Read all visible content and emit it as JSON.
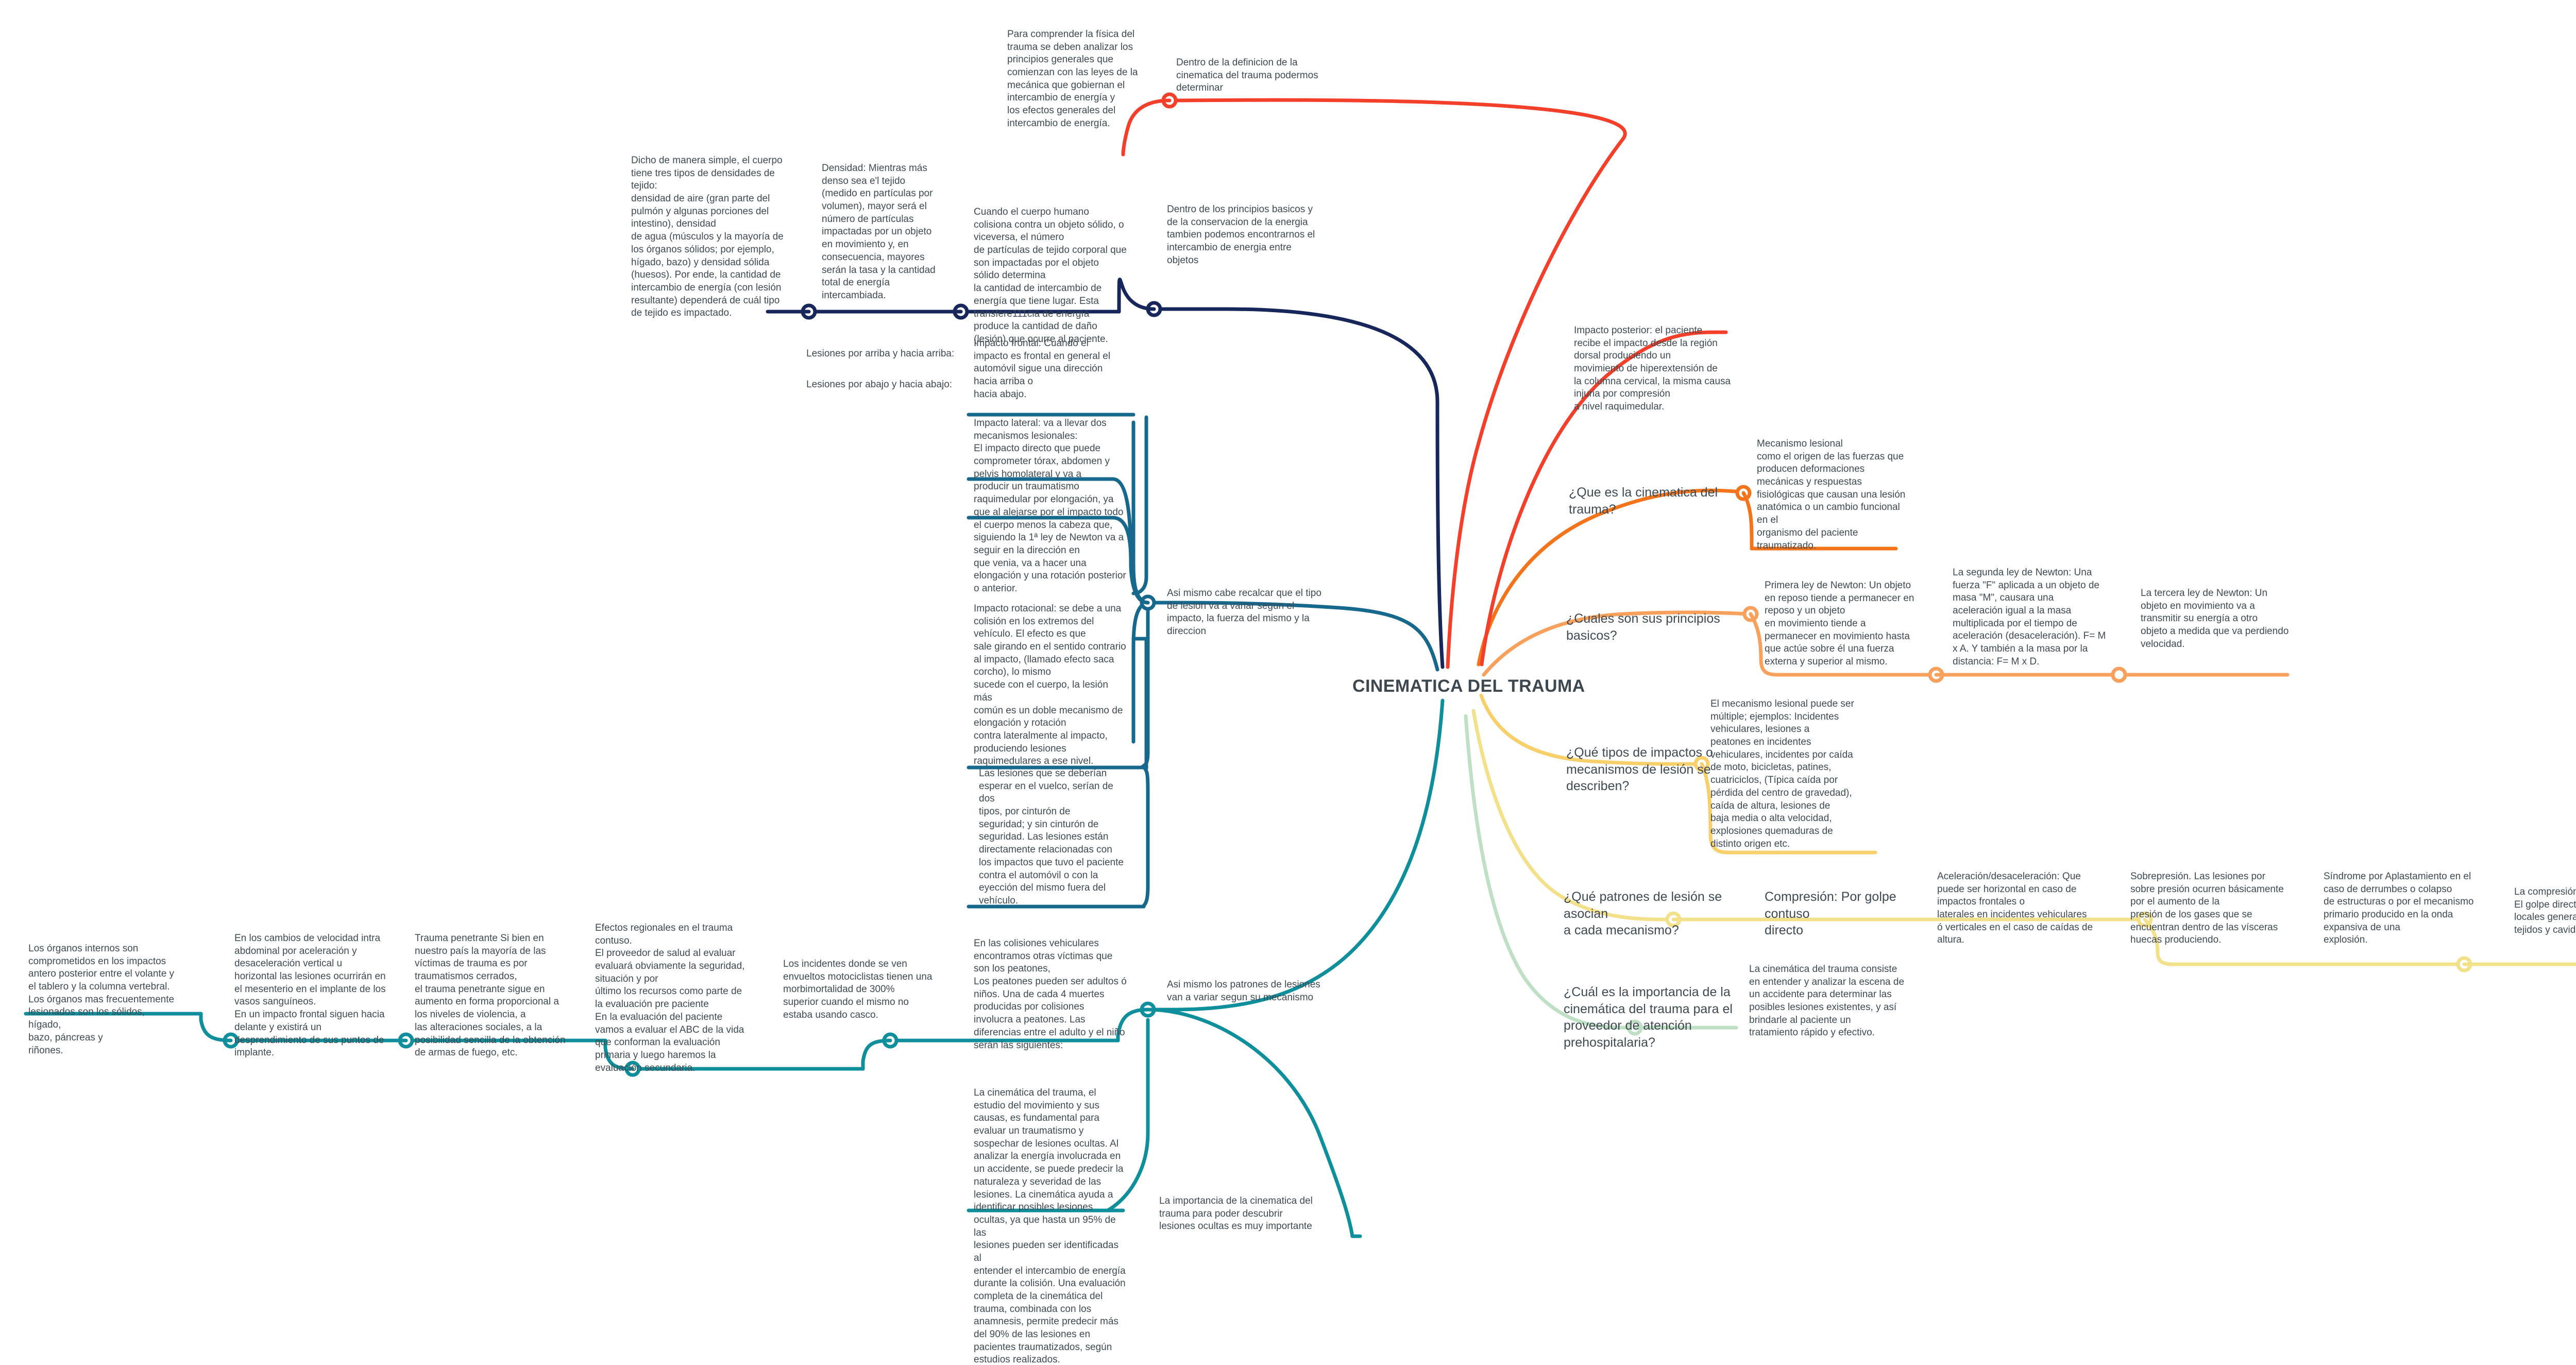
{
  "title": "CINEMATICA DEL TRAUMA",
  "colors": {
    "navy": "#17275b",
    "red": "#f4402b",
    "orange_dark": "#f4741c",
    "orange_light": "#f9a05c",
    "yellow": "#f7cf6b",
    "yellow_pale": "#f2e08a",
    "teal_dark": "#17688d",
    "teal": "#0f8f9b",
    "green_pale": "#bfe0c5",
    "text": "#3f4a52"
  },
  "central": {
    "label": "CINEMATICA DEL TRAUMA"
  },
  "branches": {
    "red": {
      "color": "#f4402b",
      "nodes": [
        {
          "name": "dentro-definicion",
          "text": "Dentro de la definicion de la\ncinematica del trauma podermos\ndeterminar"
        },
        {
          "name": "fisica-del-trauma",
          "text": "Para comprender la física del\ntrauma se deben analizar los\nprincipios generales que\ncomienzan con las leyes de la\nmecánica que gobiernan el\nintercambio de energía y\nlos efectos generales del\nintercambio de energía."
        }
      ]
    },
    "navy": {
      "color": "#17275b",
      "nodes": [
        {
          "name": "principios-basicos-conservacion",
          "text": "Dentro de los principios basicos y\nde la conservacion de la energia\ntambien podemos encontrarnos el\nintercambio de energia entre\nobjetos"
        },
        {
          "name": "cuerpo-humano-colisiona",
          "text": "Cuando el cuerpo humano\ncolisiona contra un objeto sólido, o\nviceversa, el número\nde partículas de tejido corporal que\nson impactadas por el objeto\nsólido determina\nla cantidad de intercambio de\nenergía que tiene lugar. Esta\ntransfere111cia de energía\nproduce la cantidad de daño\n(lesión) que ocurre al paciente."
        },
        {
          "name": "densidad",
          "text": "Densidad: Mientras más\ndenso sea e'l tejido\n(medido en partículas por\nvolumen), mayor será el\nnúmero de partículas\nimpactadas por un objeto\nen movimiento y, en\nconsecuencia, mayores\nserán la tasa y la cantidad\ntotal de energía\nintercambiada."
        },
        {
          "name": "tres-densidades-tejido",
          "text": "Dicho de manera simple, el cuerpo\ntiene tres tipos de densidades de\ntejido:\ndensidad de aire (gran parte del\npulmón y algunas porciones del\nintestino), densidad\nde agua (músculos y la mayoría de\nlos órganos sólidos; por ejemplo,\nhígado, bazo) y densidad sólida\n(huesos). Por ende, la cantidad de\nintercambio de energía (con lesión\nresultante) dependerá de cuál tipo\nde tejido es impactado."
        }
      ]
    },
    "teal_dark": {
      "color": "#17688d",
      "nodes": [
        {
          "name": "patrones-lesiones-mecanismo",
          "text": "Asi mismo cabe recalcar que el tipo\nde lesion va a variar segun el\nimpacto, la fuerza del mismo y la\ndireccion"
        },
        {
          "name": "impacto-frontal",
          "text": "Impacto frontal: Cuando el\nimpacto es frontal en general el\nautomóvil sigue una dirección\nhacia arriba o\nhacia abajo."
        },
        {
          "name": "lesiones-arriba",
          "text": "Lesiones por arriba y hacia arriba:"
        },
        {
          "name": "lesiones-abajo",
          "text": "Lesiones por abajo y hacia abajo:"
        },
        {
          "name": "impacto-lateral",
          "text": "Impacto lateral: va a llevar dos\nmecanismos lesionales:\nEl impacto directo que puede\ncomprometer tórax, abdomen y\npelvis homolateral y va a\nproducir un traumatismo\nraquimedular por elongación, ya\nque al alejarse por el impacto todo\nel cuerpo menos la cabeza que,\nsiguiendo la 1ª ley de Newton va a\nseguir en la dirección en\nque venia, va a hacer una\nelongación y una rotación posterior\no anterior."
        },
        {
          "name": "impacto-rotacional",
          "text": "Impacto rotacional: se debe a una\ncolisión en los extremos del\nvehículo. El efecto es que\nsale girando en el sentido contrario\nal impacto, (llamado efecto saca\ncorcho), lo mismo\nsucede con el cuerpo, la lesión más\ncomún es un doble mecanismo de\nelongación y rotación\ncontra lateralmente al impacto,\nproduciendo lesiones\nraquimedulares a ese nivel."
        },
        {
          "name": "lesiones-eyeccion",
          "text": "Las lesiones que se deberían\nesperar en el vuelco, serían de dos\ntipos, por cinturón de\nseguridad; y sin cinturón de\nseguridad. Las lesiones están\ndirectamente relacionadas con\nlos impactos que tuvo el paciente\ncontra el automóvil o con la\neyección del mismo fuera del\nvehículo."
        }
      ]
    },
    "teal": {
      "color": "#0f8f9b",
      "nodes": [
        {
          "name": "patrones-varian",
          "text": "Asi mismo los patrones de lesiones\nvan a variar segun su mecanismo"
        },
        {
          "name": "colisiones-vehiculares-peatones",
          "text": "En las colisiones vehiculares\nencontramos otras víctimas que\nson los peatones,\n Los peatones pueden ser adultos ó\nniños. Una de cada 4 muertes\nproducidas por colisiones\ninvolucra a peatones. Las\ndiferencias entre el adulto y el niño\nserán las siguientes:"
        },
        {
          "name": "motociclistas-casco",
          "text": "Los incidentes donde se ven\nenvueltos motociclistas tienen una\nmorbimortalidad de 300%\nsuperior cuando el mismo no\nestaba usando casco."
        },
        {
          "name": "efectos-regionales",
          "text": "Efectos regionales en el trauma\ncontuso.\nEl proveedor de salud al evaluar\nevaluará obviamente la seguridad,\nsituación y por\núltimo los recursos como parte de\nla evaluación pre paciente\nEn la evaluación del paciente\nvamos a evaluar el ABC de la vida\nque conforman la evaluación\nprimaria y luego haremos la\nevaluación secundaria."
        },
        {
          "name": "trauma-penetrante",
          "text": "Trauma penetrante Si bien en\nnuestro país la mayoría de las\nvíctimas de trauma es por\ntraumatismos cerrados,\nel trauma penetrante sigue en\naumento en forma proporcional a\nlos niveles de violencia, a\nlas alteraciones sociales, a la\nposibilidad sencilla de la obtención\nde armas de fuego, etc."
        },
        {
          "name": "cambios-velocidad-intra",
          "text": "En los cambios de velocidad intra\nabdominal por aceleración y\ndesaceleración vertical u\nhorizontal las lesiones ocurrirán en\nel mesenterio en el implante de los\nvasos sanguíneos.\nEn un impacto frontal siguen hacia\ndelante y existirá un\ndesprendimiento de sus puntos de\nimplante."
        },
        {
          "name": "organos-internos",
          "text": "Los órganos internos son\ncomprometidos en los impactos\nantero posterior entre el volante y\nel tablero y la columna vertebral.\nLos órganos mas frecuentemente\nlesionados son los sólidos, hígado,\nbazo, páncreas y\nriñones."
        },
        {
          "name": "importancia-cinematica-detalle",
          "text": "La cinemática del trauma, el\nestudio del movimiento y sus\ncausas, es fundamental para\nevaluar un traumatismo y\nsospechar de lesiones ocultas. Al\nanalizar la energía involucrada en\nun accidente, se puede predecir la\nnaturaleza y severidad de las\nlesiones. La cinemática ayuda a\nidentificar posibles lesiones\nocultas, ya que hasta un 95% de las\nlesiones pueden ser identificadas al\nentender el intercambio de energía\ndurante la colisión. Una evaluación\ncompleta de la cinemática del\ntrauma, combinada con los\nanamnesis, permite predecir más\ndel 90% de las lesiones en\npacientes traumatizados, según\nestudios realizados."
        },
        {
          "name": "importancia-cinematica",
          "text": "La importancia de la cinematica del\ntrauma para poder descubrir\nlesiones ocultas es muy importante"
        }
      ]
    },
    "orange_dark": {
      "color": "#f4741c",
      "nodes": [
        {
          "name": "que-es-cinematica",
          "text": "¿Que es la cinematica del trauma?"
        },
        {
          "name": "mecanismo-lesional",
          "text": "Mecanismo lesional\ncomo el origen de las fuerzas que\nproducen deformaciones\nmecánicas y respuestas\nfisiológicas que causan una lesión\nanatómica o un cambio funcional\nen el\norganismo del paciente\ntraumatizado."
        },
        {
          "name": "impacto-posterior",
          "text": "Impacto posterior: el paciente\nrecibe el impacto desde la región\ndorsal produciendo un\nmovimiento de hiperextensión de\nla columna cervical, la misma causa\ninjuria por compresión\na nivel raquimedular."
        }
      ]
    },
    "orange_light": {
      "color": "#f9a05c",
      "nodes": [
        {
          "name": "principios-basicos-pregunta",
          "text": "¿Cuales son sus principios basicos?"
        },
        {
          "name": "primera-ley-newton",
          "text": "Primera ley de Newton: Un objeto\nen reposo tiende a permanecer en\nreposo y un objeto\nen movimiento tiende a\npermanecer en movimiento hasta\nque actúe sobre él una fuerza\nexterna y superior al mismo."
        },
        {
          "name": "segunda-ley-newton",
          "text": "La segunda ley de Newton: Una\nfuerza \"F\" aplicada a un objeto de\nmasa \"M\", causara una\naceleración igual a la masa\nmultiplicada por el tiempo de\naceleración (desaceleración). F= M\nx A. Y también a la masa por la\ndistancia: F= M x D."
        },
        {
          "name": "tercera-ley-newton",
          "text": "La tercera ley de Newton: Un\nobjeto en movimiento va a\ntransmitir su energía a otro\nobjeto a medida que va perdiendo\nvelocidad."
        }
      ]
    },
    "yellow": {
      "color": "#f7cf6b",
      "nodes": [
        {
          "name": "tipos-impactos-pregunta",
          "text": "¿Qué tipos de impactos o\nmecanismos de lesión se\ndescriben?"
        },
        {
          "name": "mecanismo-lesional-multiple",
          "text": "El mecanismo lesional puede ser\nmúltiple; ejemplos: Incidentes\nvehiculares, lesiones a\npeatones en incidentes\nvehiculares, incidentes por caída\nde moto, bicicletas, patines,\ncuatriciclos, (Típica caída por\npérdida del centro de gravedad),\ncaída de altura, lesiones de\nbaja media o alta velocidad,\nexplosiones quemaduras de\ndistinto origen etc."
        }
      ]
    },
    "yellow_pale": {
      "color": "#f2e08a",
      "nodes": [
        {
          "name": "patrones-lesion-pregunta",
          "text": "¿Qué patrones de lesión se asocian\na cada mecanismo?"
        },
        {
          "name": "compresion",
          "text": "Compresión: Por golpe contuso\ndirecto"
        },
        {
          "name": "aceleracion-desaceleracion",
          "text": "Aceleración/desaceleración: Que\npuede ser horizontal en caso de\nimpactos frontales o\nlaterales en incidentes vehiculares\nó verticales en el caso de caídas de\naltura."
        },
        {
          "name": "sobrepresion",
          "text": "Sobrepresión. Las lesiones por\nsobre presión ocurren básicamente\npor el aumento de la\npresión de los gases que se\nencuentran dentro de las vísceras\nhuecas produciendo."
        },
        {
          "name": "sindrome-aplastamiento",
          "text": "Síndrome por Aplastamiento en el\ncaso de derrumbes o colapso\nde estructuras o por el mecanismo\nprimario producido en la onda\nexpansiva de una\nexplosión."
        },
        {
          "name": "la-compresion",
          "text": "La compresión,\nEl golpe directo produce lesiones\nlocales generando ruptura de\ntejidos y cavidades."
        }
      ]
    },
    "green_pale": {
      "color": "#bfe0c5",
      "nodes": [
        {
          "name": "importancia-prehospitalaria-pregunta",
          "text": "¿Cuál es la importancia de la\ncinemática del trauma para el\nproveedor de atención\nprehospitalaria?"
        },
        {
          "name": "cinematica-consiste",
          "text": "La cinemática del trauma consiste\nen entender y analizar la escena de\nun accidente para determinar las\nposibles lesiones existentes, y así\nbrindarle al paciente un\ntratamiento rápido y efectivo."
        }
      ]
    }
  }
}
